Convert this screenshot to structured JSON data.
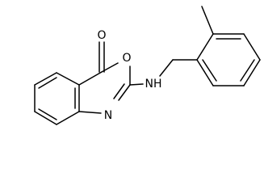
{
  "molecule": {
    "atoms": {
      "carbonyl_oxygen": "O",
      "ring_oxygen": "O",
      "ring_nitrogen": "N",
      "amine": "NH"
    }
  }
}
